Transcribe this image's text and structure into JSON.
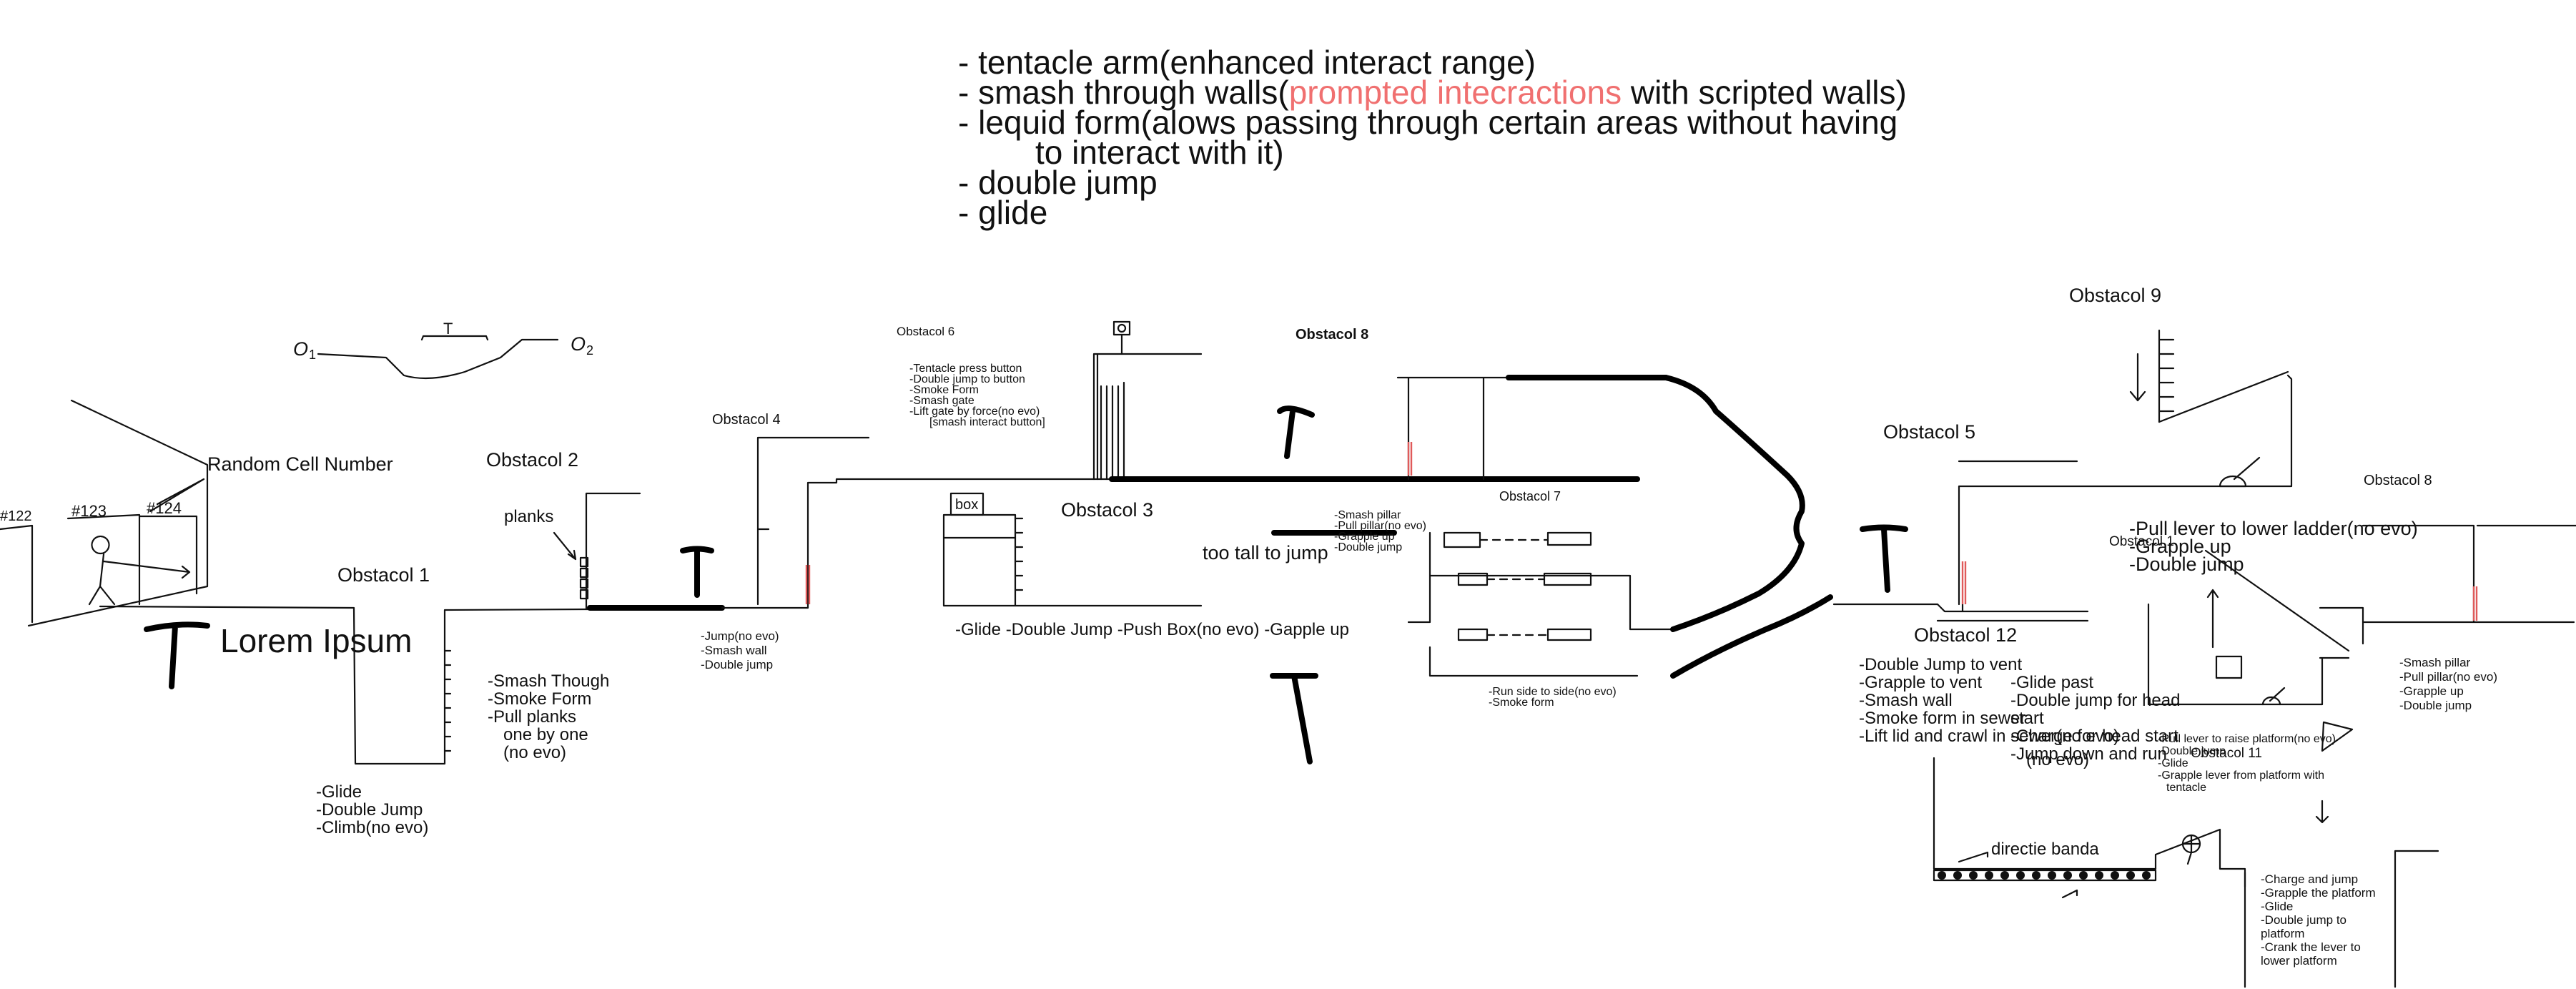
{
  "header": {
    "lines": [
      "- tentacle arm(enhanced interact range)",
      "- smash through walls(",
      "prompted intecractions",
      " with scripted walls)",
      "- lequid form(alows passing through certain areas without having",
      "to interact with it)",
      "- double jump",
      "- glide"
    ]
  },
  "sketch": {
    "o1": "O",
    "o1_sub": "1",
    "o2": "O",
    "o2_sub": "2",
    "t_mark": "T"
  },
  "cells": {
    "c122": "#122",
    "c123": "#123",
    "c124": "#124"
  },
  "labels": {
    "random_cell": "Random Cell Number",
    "lorem": "Lorem Ipsum",
    "planks": "planks",
    "box": "box",
    "too_tall": "too tall to jump",
    "directie": "directie banda"
  },
  "obstacles": {
    "o1": "Obstacol 1",
    "o2": "Obstacol 2",
    "o3": "Obstacol 3",
    "o4": "Obstacol 4",
    "o5": "Obstacol 5",
    "o6": "Obstacol 6",
    "o7": "Obstacol 7",
    "o8": "Obstacol 8",
    "o8b": "Obstacol 8",
    "o9": "Obstacol 9",
    "o11": "Obstacol 11",
    "o12": "Obstacol 12",
    "o_partial": "Obstacol 1"
  },
  "notes": {
    "o1": [
      "-Glide",
      "-Double Jump",
      "-Climb(no evo)"
    ],
    "o2": [
      "-Smash Though",
      "-Smoke Form",
      "-Pull planks",
      "one by one",
      "(no evo)"
    ],
    "o4": [
      "-Jump(no evo)",
      "-Smash wall",
      "-Double jump"
    ],
    "o3": "-Glide  -Double Jump -Push Box(no evo) -Gapple up",
    "o6": [
      "-Tentacle press button",
      "-Double jump to button",
      "-Smoke Form",
      "-Smash gate",
      "-Lift gate by force(no evo)",
      "[smash interact button]"
    ],
    "pillar": [
      "-Smash pillar",
      "-Pull pillar(no evo)",
      "-Grapple up",
      "-Double jump"
    ],
    "o7": [
      "-Run side to side(no evo)",
      "-Smoke form"
    ],
    "o12": [
      "-Double Jump to vent",
      "-Grapple to vent",
      "-Smash wall",
      "-Smoke form in sewer",
      "-Lift lid and crawl in sewer(no evo)"
    ],
    "glide": [
      "-Glide past",
      "-Double jump for head",
      "start",
      "-Charge for head start",
      "-Jump down and run",
      "(no evo)"
    ],
    "o9": [
      "-Pull lever to lower ladder(no evo)",
      "-Grapple up",
      "-Double jump"
    ],
    "o11": [
      "-Pull lever to raise platform(no evo)",
      "-Double jump",
      "-Glide",
      "-Grapple lever from platform with",
      "tentacle"
    ],
    "o8b": [
      "-Smash pillar",
      "-Pull pillar(no evo)",
      "-Grapple up",
      "-Double jump"
    ],
    "charge": [
      "-Charge and jump",
      "-Grapple the platform",
      "-Glide",
      "-Double jump to",
      "platform",
      "-Crank the lever to",
      "lower platform"
    ]
  },
  "colors": {
    "ink": "#111111",
    "highlight": "#f07070",
    "marker": "#e05a5a"
  }
}
